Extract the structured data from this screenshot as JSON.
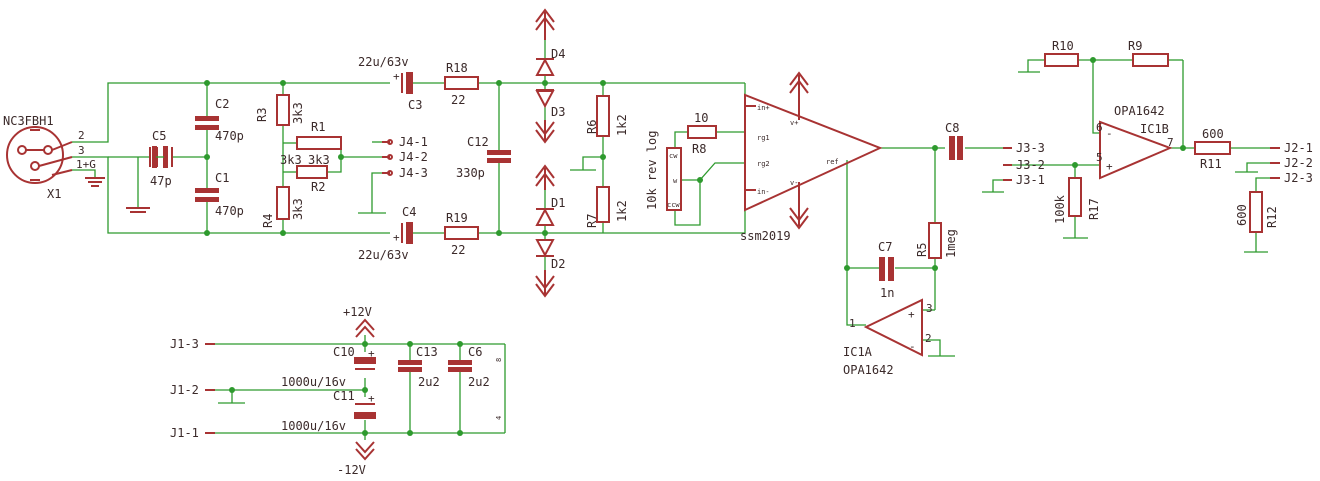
{
  "schematic": {
    "connectors": {
      "x1_ref": "NC3FBH1",
      "x1_name": "X1",
      "x1_pins": [
        "2",
        "3",
        "1+G"
      ],
      "j4": [
        "J4-1",
        "J4-2",
        "J4-3"
      ],
      "j3": [
        "J3-3",
        "J3-2",
        "J3-1"
      ],
      "j2": [
        "J2-1",
        "J2-2",
        "J2-3"
      ],
      "j1": [
        "J1-3",
        "J1-2",
        "J1-1"
      ]
    },
    "components": {
      "c2": {
        "ref": "C2",
        "value": "470p"
      },
      "c1": {
        "ref": "C1",
        "value": "470p"
      },
      "c5": {
        "ref": "C5",
        "value": "47p"
      },
      "r3": {
        "ref": "R3",
        "value": "3k3"
      },
      "r4": {
        "ref": "R4",
        "value": "3k3"
      },
      "r1": {
        "ref": "R1",
        "value": "3k3"
      },
      "r2": {
        "ref": "R2",
        "value": "3k3"
      },
      "c3": {
        "ref": "C3",
        "value": "22u/63v"
      },
      "c4": {
        "ref": "C4",
        "value": "22u/63v"
      },
      "r18": {
        "ref": "R18",
        "value": "22"
      },
      "r19": {
        "ref": "R19",
        "value": "22"
      },
      "c12": {
        "ref": "C12",
        "value": "330p"
      },
      "d1": "D1",
      "d2": "D2",
      "d3": "D3",
      "d4": "D4",
      "r6": {
        "ref": "R6",
        "value": "1k2"
      },
      "r7": {
        "ref": "R7",
        "value": "1k2"
      },
      "r8": {
        "ref": "R8",
        "value": "10k rev log",
        "pins": [
          "cw",
          "w",
          "ccw"
        ]
      },
      "r_rg": {
        "value": "10"
      },
      "ssm": {
        "ref": "ssm2019",
        "pins": [
          "in+",
          "rg1",
          "rg2",
          "in-",
          "v+",
          "v-",
          "ref"
        ]
      },
      "c8": "C8",
      "c7": {
        "ref": "C7",
        "value": "1n"
      },
      "r5": {
        "ref": "R5",
        "value": "1meg"
      },
      "ic1a": {
        "ref": "IC1A",
        "part": "OPA1642",
        "pins": [
          "1",
          "3",
          "2"
        ]
      },
      "r10": "R10",
      "r9": "R9",
      "ic1b": {
        "ref": "IC1B",
        "part": "OPA1642",
        "pins": [
          "6",
          "5",
          "7"
        ]
      },
      "r17": {
        "ref": "R17",
        "value": "100k"
      },
      "r11": {
        "ref": "R11",
        "value": "600"
      },
      "r12": {
        "ref": "R12",
        "value": "600"
      },
      "c10": {
        "ref": "C10",
        "value": "1000u/16v"
      },
      "c11": {
        "ref": "C11",
        "value": "1000u/16v"
      },
      "c13": {
        "ref": "C13",
        "value": "2u2"
      },
      "c6": {
        "ref": "C6",
        "value": "2u2"
      },
      "ic_pwr_pins": [
        "8",
        "4"
      ]
    },
    "power": {
      "pos": "+12V",
      "neg": "-12V"
    },
    "colors": {
      "wire": "#2e9a2e",
      "component": "#a83333",
      "text": "#3b2a2a"
    }
  }
}
